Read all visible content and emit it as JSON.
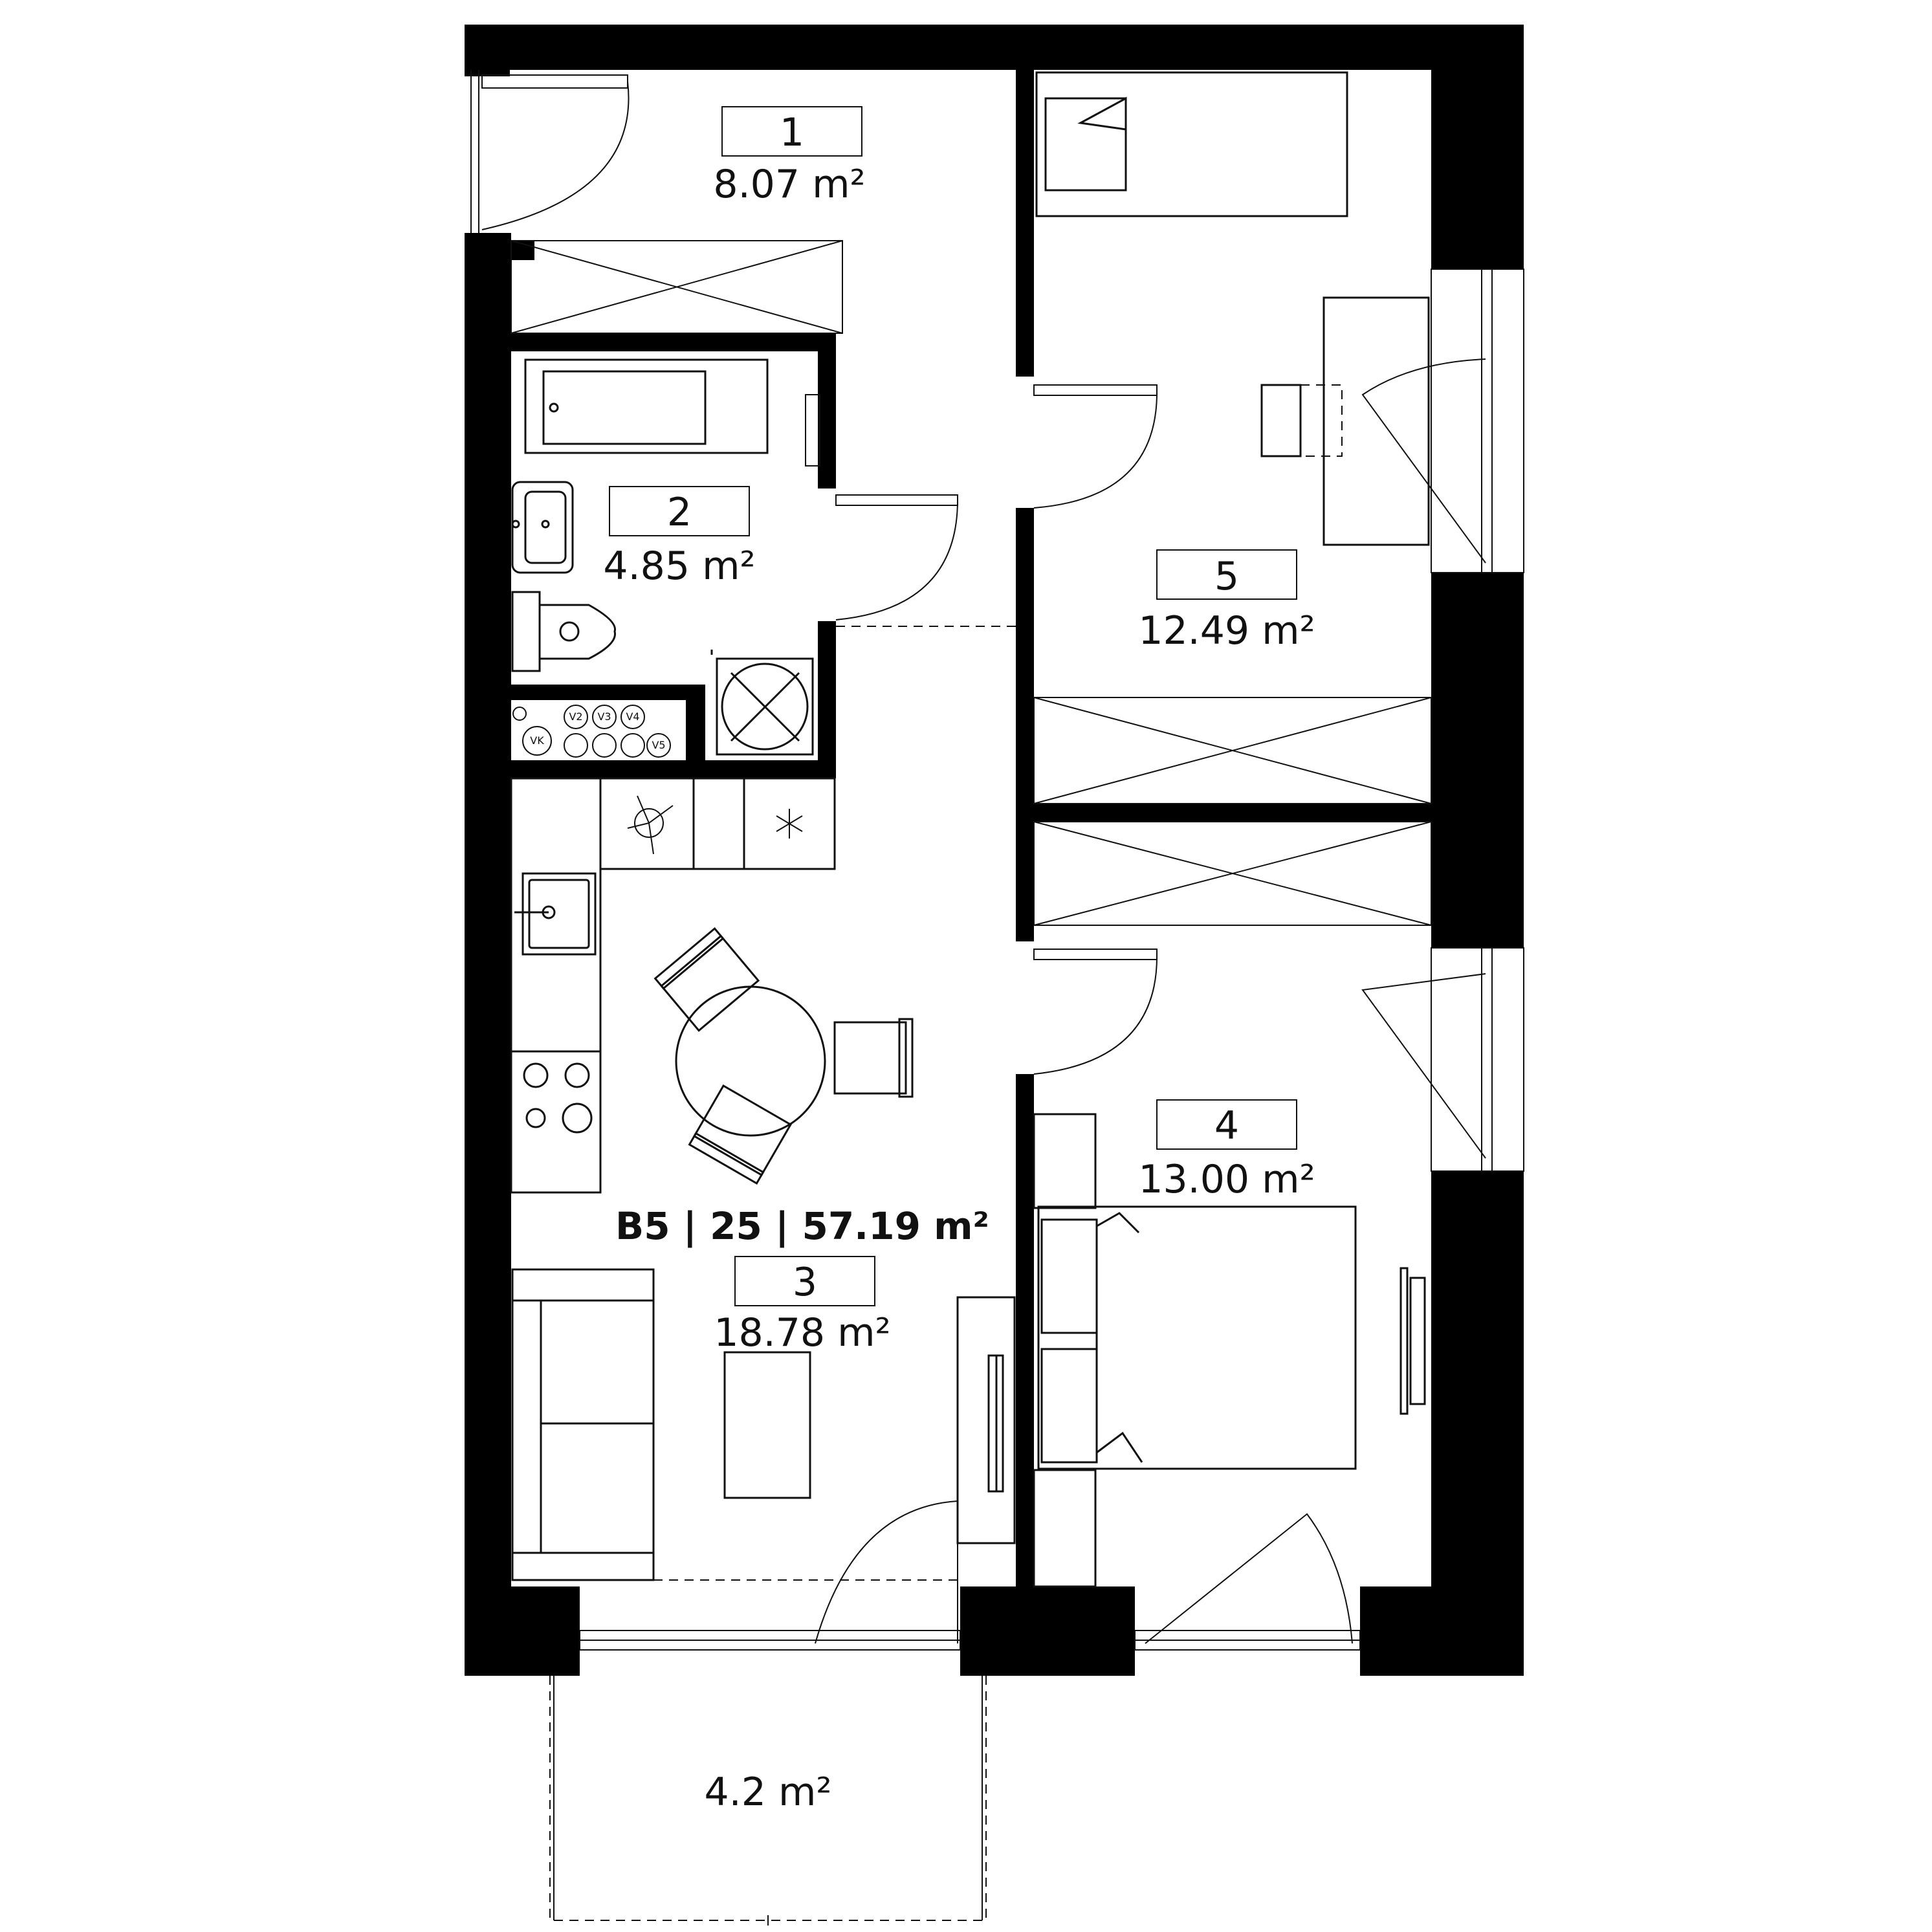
{
  "apartment": {
    "summary": "B5 | 25 | 57.19 m²"
  },
  "rooms": [
    {
      "number": "1",
      "area": "8.07 m²"
    },
    {
      "number": "2",
      "area": "4.85 m²"
    },
    {
      "number": "3",
      "area": "18.78 m²"
    },
    {
      "number": "4",
      "area": "13.00 m²"
    },
    {
      "number": "5",
      "area": "12.49 m²"
    }
  ],
  "balcony": {
    "area": "4.2 m²"
  },
  "meters": {
    "vk": "VK",
    "v2": "V2",
    "v3": "V3",
    "v4": "V4",
    "v5": "V5"
  }
}
